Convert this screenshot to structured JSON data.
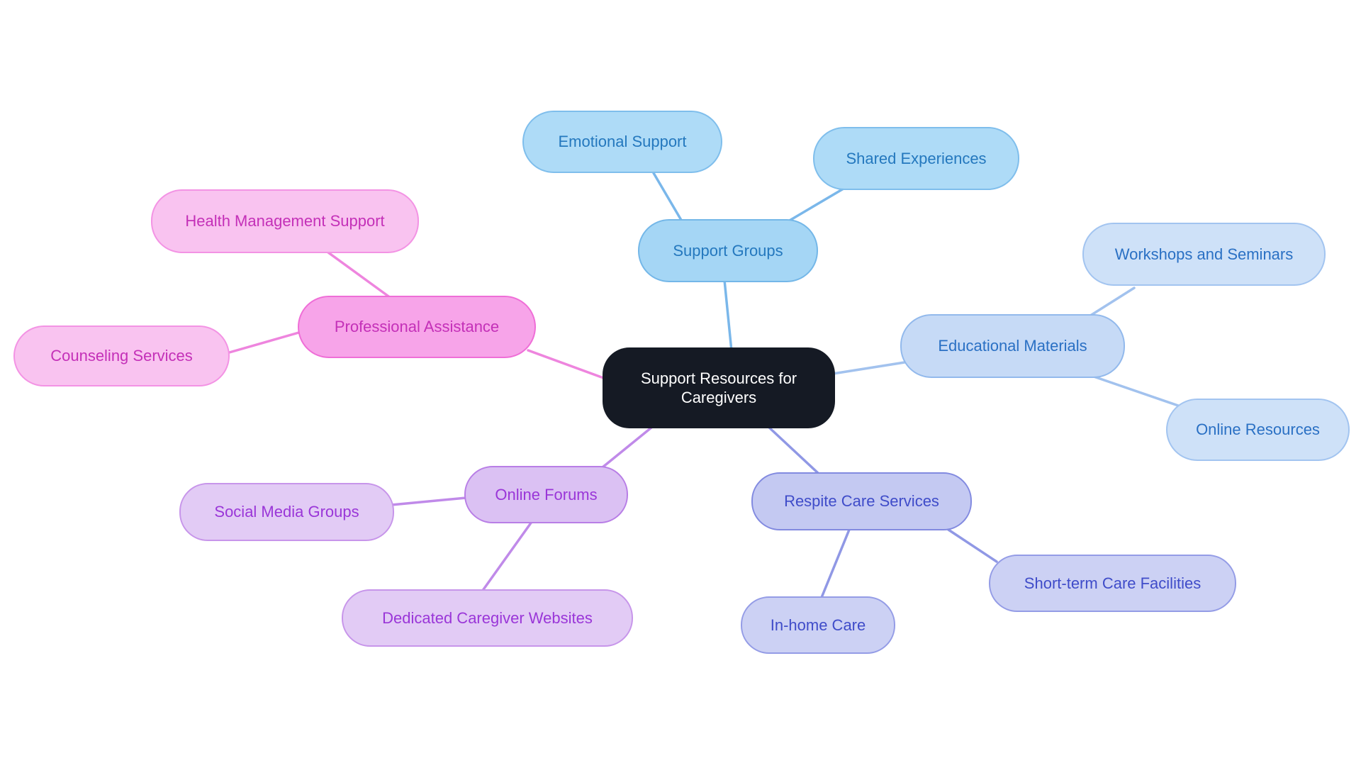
{
  "diagram": {
    "type": "mindmap",
    "background_color": "#ffffff",
    "root": {
      "label": "Support Resources for Caregivers",
      "fill": "#151a24",
      "text_color": "#ffffff"
    },
    "branches": [
      {
        "label": "Support Groups",
        "fill": "#a5d6f5",
        "border": "#74b7e8",
        "text_color": "#2478be",
        "children": [
          {
            "label": "Emotional Support"
          },
          {
            "label": "Shared Experiences"
          }
        ]
      },
      {
        "label": "Educational Materials",
        "fill": "#c6daf6",
        "border": "#92b9ec",
        "text_color": "#2a70c4",
        "children": [
          {
            "label": "Workshops and Seminars"
          },
          {
            "label": "Online Resources"
          }
        ]
      },
      {
        "label": "Professional Assistance",
        "fill": "#f7a4e9",
        "border": "#ef6ed7",
        "text_color": "#c430b8",
        "children": [
          {
            "label": "Health Management Support"
          },
          {
            "label": "Counseling Services"
          }
        ]
      },
      {
        "label": "Online Forums",
        "fill": "#dbc1f3",
        "border": "#b87ee6",
        "text_color": "#9a36d8",
        "children": [
          {
            "label": "Social Media Groups"
          },
          {
            "label": "Dedicated Caregiver Websites"
          }
        ]
      },
      {
        "label": "Respite Care Services",
        "fill": "#c4c9f2",
        "border": "#828ae0",
        "text_color": "#3f4cc9",
        "children": [
          {
            "label": "In-home Care"
          },
          {
            "label": "Short-term Care Facilities"
          }
        ]
      }
    ]
  }
}
